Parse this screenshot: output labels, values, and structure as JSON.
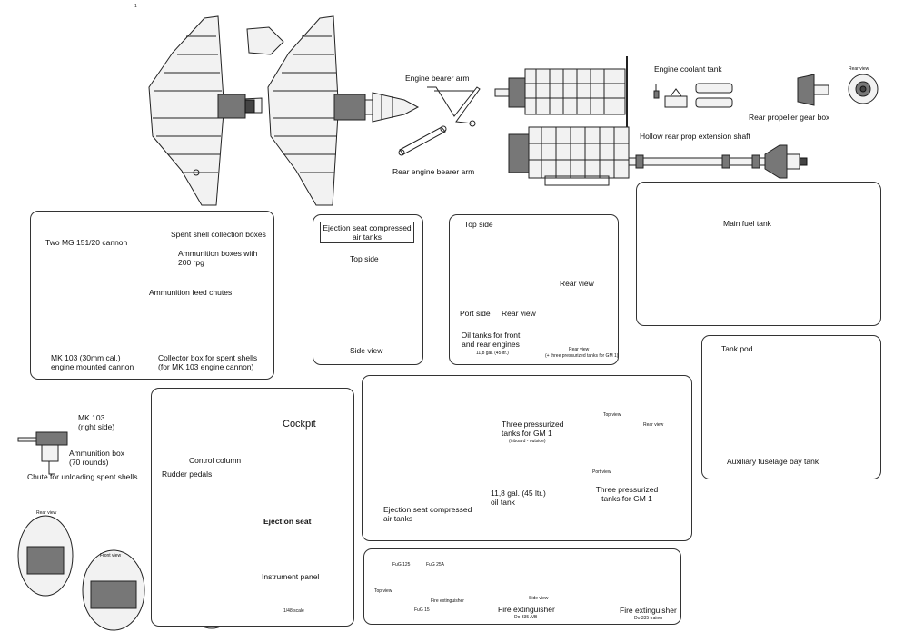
{
  "page_number": "1",
  "labels": {
    "engine_bearer_arm": "Engine bearer arm",
    "rear_engine_bearer_arm": "Rear engine bearer arm",
    "engine_coolant_tank": "Engine coolant tank",
    "rear_view_top": "Rear view",
    "rear_propeller_gear_box": "Rear propeller gear box",
    "hollow_rear_prop_extension_shaft": "Hollow rear prop extension shaft"
  },
  "cannon_panel": {
    "two_mg": "Two MG 151/20 cannon",
    "spent_shell_boxes": "Spent shell collection boxes",
    "ammo_boxes": "Ammunition boxes with\n200 rpg",
    "ammo_feed_chutes": "Ammunition feed chutes",
    "mk103_engine": "MK 103 (30mm cal.)\nengine mounted cannon",
    "collector_box": "Collector box for spent shells\n(for MK 103 engine cannon)"
  },
  "ejection_air_panel": {
    "title": "Ejection seat compressed\nair tanks",
    "top_side": "Top side",
    "side_view": "Side view"
  },
  "oil_panel": {
    "top_side": "Top side",
    "port_side": "Port side",
    "rear_view_small": "Rear view",
    "rear_view_right": "Rear view",
    "title": "Oil tanks for front\nand rear engines",
    "capacity": "11,8 gal. (45 ltr.)",
    "rear_view_bottom": "Rear view",
    "rear_view_note": "(+ three pressurized tanks for GM 1)"
  },
  "fuel_panel": {
    "main_fuel_tank": "Main fuel tank"
  },
  "tankpod_panel": {
    "tank_pod": "Tank pod",
    "aux_tank": "Auxiliary fuselage bay tank"
  },
  "mk103_side": {
    "mk103": "MK 103\n(right side)",
    "ammo_box": "Ammunition box\n(70 rounds)",
    "chute": "Chute for unloading spent shells",
    "rear_view": "Rear view",
    "front_view": "Front view"
  },
  "cockpit_panel": {
    "cockpit": "Cockpit",
    "control_column": "Control column",
    "rudder_pedals": "Rudder pedals",
    "ejection_seat": "Ejection seat",
    "instrument_panel": "Instrument panel",
    "scale_note": "1/48 scale"
  },
  "seat_panel": {
    "three_tanks": "Three pressurized\ntanks for GM 1",
    "three_tanks_note": "(inboard - outside)",
    "oil_tank": "11,8 gal. (45 ltr.)\noil tank",
    "ejection_air": "Ejection seat compressed\nair tanks",
    "top_view": "Top view",
    "rear_view": "Rear view",
    "port_view": "Port view",
    "three_tanks_2": "Three pressurized\ntanks for GM 1"
  },
  "fire_panel": {
    "fug125": "FuG 125",
    "fug25a": "FuG 25A",
    "top_view": "Top view",
    "fire_ext_small": "Fire extinguisher",
    "fug15": "FuG 15",
    "side_view": "Side view",
    "fire_ext_1": "Fire extinguisher",
    "fire_ext_1_note": "Do 335 A/B",
    "fire_ext_2": "Fire extinguisher",
    "fire_ext_2_note": "Do 335 trainer"
  }
}
